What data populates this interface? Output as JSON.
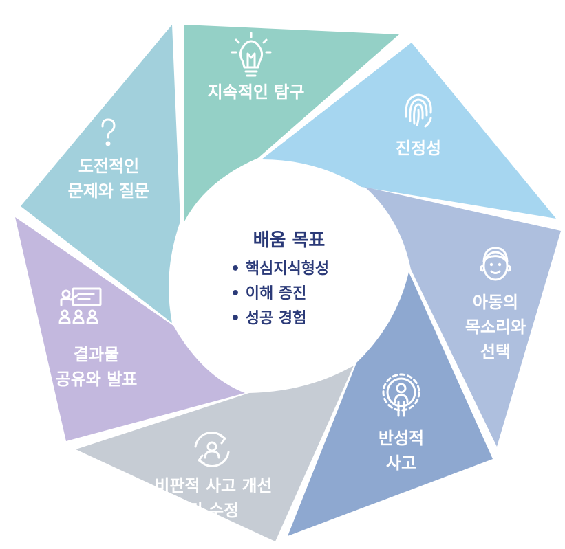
{
  "center": {
    "title": "배움 목표",
    "items": [
      "• 핵심지식형성",
      "• 이해 증진",
      "• 성공 경험"
    ]
  },
  "segments": [
    {
      "id": "inquiry",
      "lines": [
        "지속적인 탐구"
      ],
      "icon": "lightbulb-icon",
      "color": "#94d0c6"
    },
    {
      "id": "authentic",
      "lines": [
        "진정성"
      ],
      "icon": "fingerprint-icon",
      "color": "#a6d6f0"
    },
    {
      "id": "voice",
      "lines": [
        "아동의",
        "목소리와",
        "선택"
      ],
      "icon": "child-face-icon",
      "color": "#aebfde"
    },
    {
      "id": "reflection",
      "lines": [
        "반성적",
        "사고"
      ],
      "icon": "gear-person-icon",
      "color": "#8ea8d0"
    },
    {
      "id": "critique",
      "lines": [
        "비판적 사고 개선",
        "및 수정"
      ],
      "icon": "cycle-person-icon",
      "color": "#c6ccd4"
    },
    {
      "id": "product",
      "lines": [
        "결과물",
        "공유와 발표"
      ],
      "icon": "presentation-icon",
      "color": "#c3b8de"
    },
    {
      "id": "question",
      "lines": [
        "도전적인",
        "문제와 질문"
      ],
      "icon": "question-icon",
      "color": "#a2d0dc"
    }
  ]
}
